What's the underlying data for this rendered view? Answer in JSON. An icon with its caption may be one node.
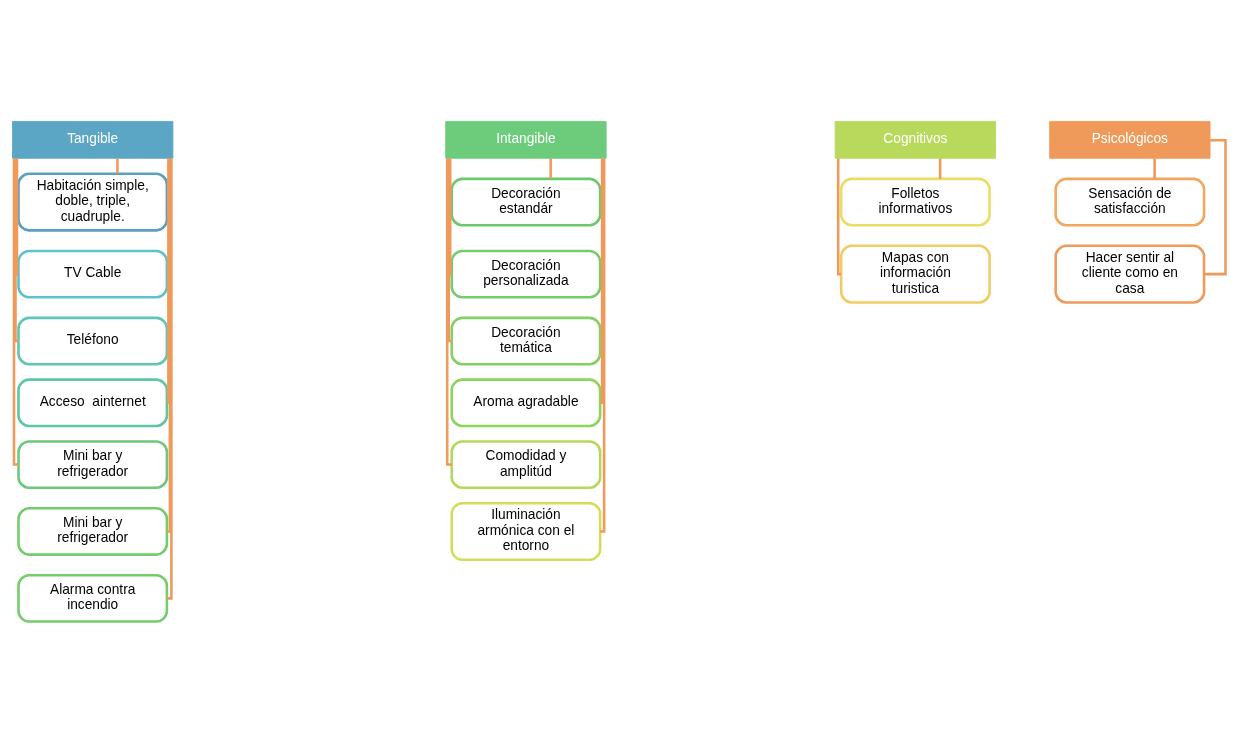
{
  "diagram": {
    "nodes": [
      {
        "text": [
          "Tangible"
        ]
      },
      {
        "text": [
          "Habitación simple, doble, triple, cuadruple."
        ]
      },
      {
        "text": [
          "TV Cable"
        ]
      },
      {
        "text": [
          "Teléfono"
        ]
      },
      {
        "text": [
          "Acceso  ainternet"
        ]
      },
      {
        "text": [
          "Mini bar y refrigerador"
        ]
      },
      {
        "text": [
          "Mini bar y refrigerador"
        ]
      },
      {
        "text": [
          "Alarma contra incendio"
        ]
      },
      {
        "text": [
          "Intangible"
        ]
      },
      {
        "text": [
          "Decoración estandár"
        ]
      },
      {
        "text": [
          "Decoración personalizada"
        ]
      },
      {
        "text": [
          "Decoración temática"
        ]
      },
      {
        "text": [
          "Aroma agradable"
        ]
      },
      {
        "text": [
          "Comodidad y amplitúd"
        ]
      },
      {
        "text": [
          "Iluminación armónica con el entorno"
        ]
      },
      {
        "text": [
          "Cognitivos"
        ]
      },
      {
        "text": [
          "Folletos informativos"
        ]
      },
      {
        "text": [
          "Mapas con información turistica"
        ]
      },
      {
        "text": [
          "Psicológicos"
        ]
      },
      {
        "text": [
          "Sensación de satisfacción"
        ]
      },
      {
        "text": [
          "Hacer sentir al cliente como en casa"
        ]
      }
    ],
    "edges": [
      {
        "from": 0,
        "to": 1,
        "arrow": "none"
      },
      {
        "from": 0,
        "to": 2,
        "arrow": "none"
      },
      {
        "from": 0,
        "to": 3,
        "arrow": "none"
      },
      {
        "from": 0,
        "to": 4,
        "arrow": "none"
      },
      {
        "from": 0,
        "to": 5,
        "arrow": "none"
      },
      {
        "from": 0,
        "to": 6,
        "arrow": "none"
      },
      {
        "from": 0,
        "to": 7,
        "arrow": "none"
      },
      {
        "from": 8,
        "to": 9,
        "arrow": "none"
      },
      {
        "from": 8,
        "to": 10,
        "arrow": "none"
      },
      {
        "from": 8,
        "to": 11,
        "arrow": "none"
      },
      {
        "from": 8,
        "to": 12,
        "arrow": "none"
      },
      {
        "from": 8,
        "to": 13,
        "arrow": "none"
      },
      {
        "from": 8,
        "to": 14,
        "arrow": "none"
      },
      {
        "from": 15,
        "to": 16,
        "arrow": "none"
      },
      {
        "from": 15,
        "to": 17,
        "arrow": "none"
      },
      {
        "from": 18,
        "to": 19,
        "arrow": "none"
      },
      {
        "from": 18,
        "to": 20,
        "arrow": "none"
      }
    ]
  }
}
